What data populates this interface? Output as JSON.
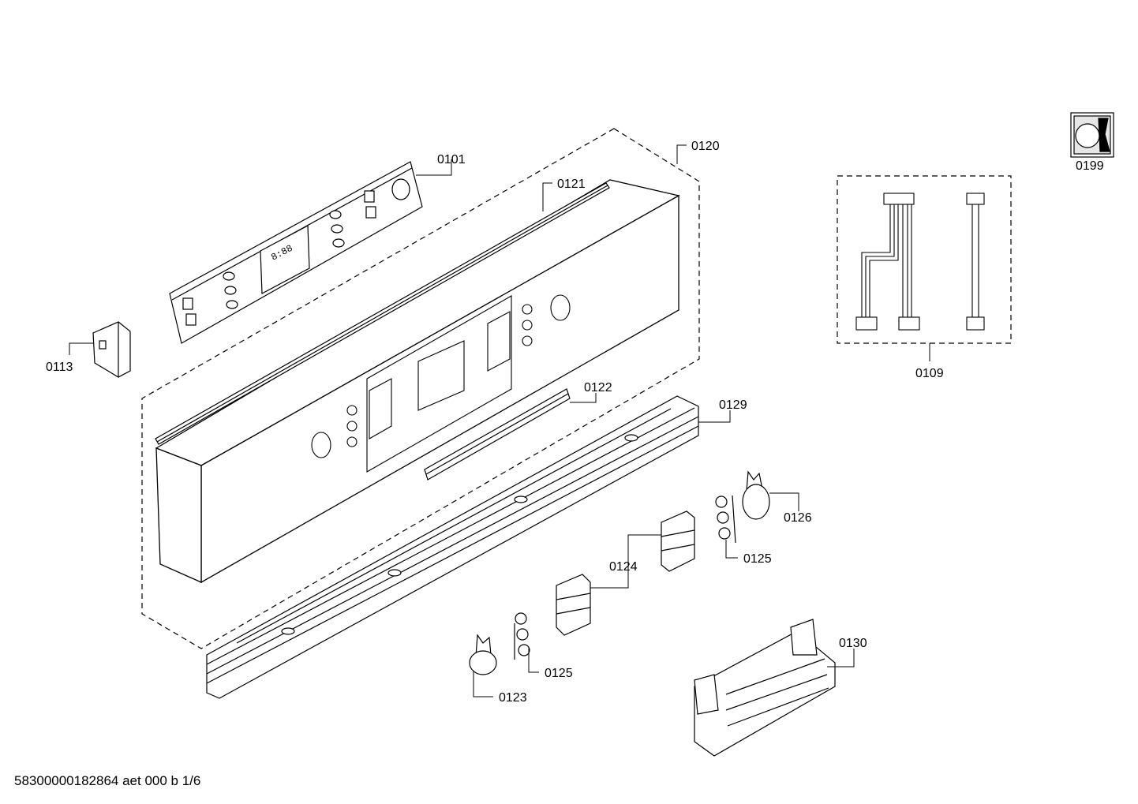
{
  "document_code": "58300000182864 aet 000 b 1/6",
  "parts": [
    {
      "id": "p0101",
      "number": "0101"
    },
    {
      "id": "p0109",
      "number": "0109"
    },
    {
      "id": "p0113",
      "number": "0113"
    },
    {
      "id": "p0120",
      "number": "0120"
    },
    {
      "id": "p0121",
      "number": "0121"
    },
    {
      "id": "p0122",
      "number": "0122"
    },
    {
      "id": "p0123",
      "number": "0123"
    },
    {
      "id": "p0124",
      "number": "0124"
    },
    {
      "id": "p0125a",
      "number": "0125"
    },
    {
      "id": "p0125b",
      "number": "0125"
    },
    {
      "id": "p0126",
      "number": "0126"
    },
    {
      "id": "p0129",
      "number": "0129"
    },
    {
      "id": "p0130",
      "number": "0130"
    },
    {
      "id": "p0199",
      "number": "0199"
    }
  ],
  "display_readout": "8:88",
  "colors": {
    "line": "#000000",
    "background": "#ffffff",
    "shade": "#e6e6e6"
  }
}
